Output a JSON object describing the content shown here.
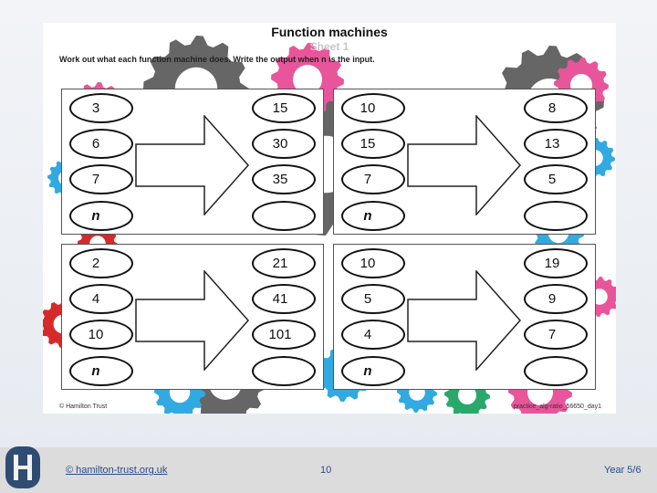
{
  "sheet": {
    "title": "Function machines",
    "subtitle": "Sheet 1",
    "instructions": "Work out what each function machine does. Write the output when n is the input.",
    "copyright": "© Hamilton Trust",
    "code": "practice_alg-ratio_56650_day1"
  },
  "machines": [
    {
      "inputs": [
        "3",
        "6",
        "7",
        "n"
      ],
      "outputs": [
        "15",
        "30",
        "35",
        ""
      ]
    },
    {
      "inputs": [
        "10",
        "15",
        "7",
        "n"
      ],
      "outputs": [
        "8",
        "13",
        "5",
        ""
      ]
    },
    {
      "inputs": [
        "2",
        "4",
        "10",
        "n"
      ],
      "outputs": [
        "21",
        "41",
        "101",
        ""
      ]
    },
    {
      "inputs": [
        "10",
        "5",
        "4",
        "n"
      ],
      "outputs": [
        "19",
        "9",
        "7",
        ""
      ]
    }
  ],
  "footer": {
    "link": "© hamilton-trust.org.uk",
    "page": "10",
    "year": "Year 5/6"
  },
  "colors": {
    "gear_pink": "#e8559a",
    "gear_gray": "#666666",
    "gear_blue": "#31a9e1",
    "gear_red": "#d62a2a",
    "gear_green": "#2aa86a",
    "accent_blue": "#2b4a8a"
  },
  "icons": {
    "logo": "hamilton-h-logo",
    "arrow": "right-arrow-icon"
  }
}
